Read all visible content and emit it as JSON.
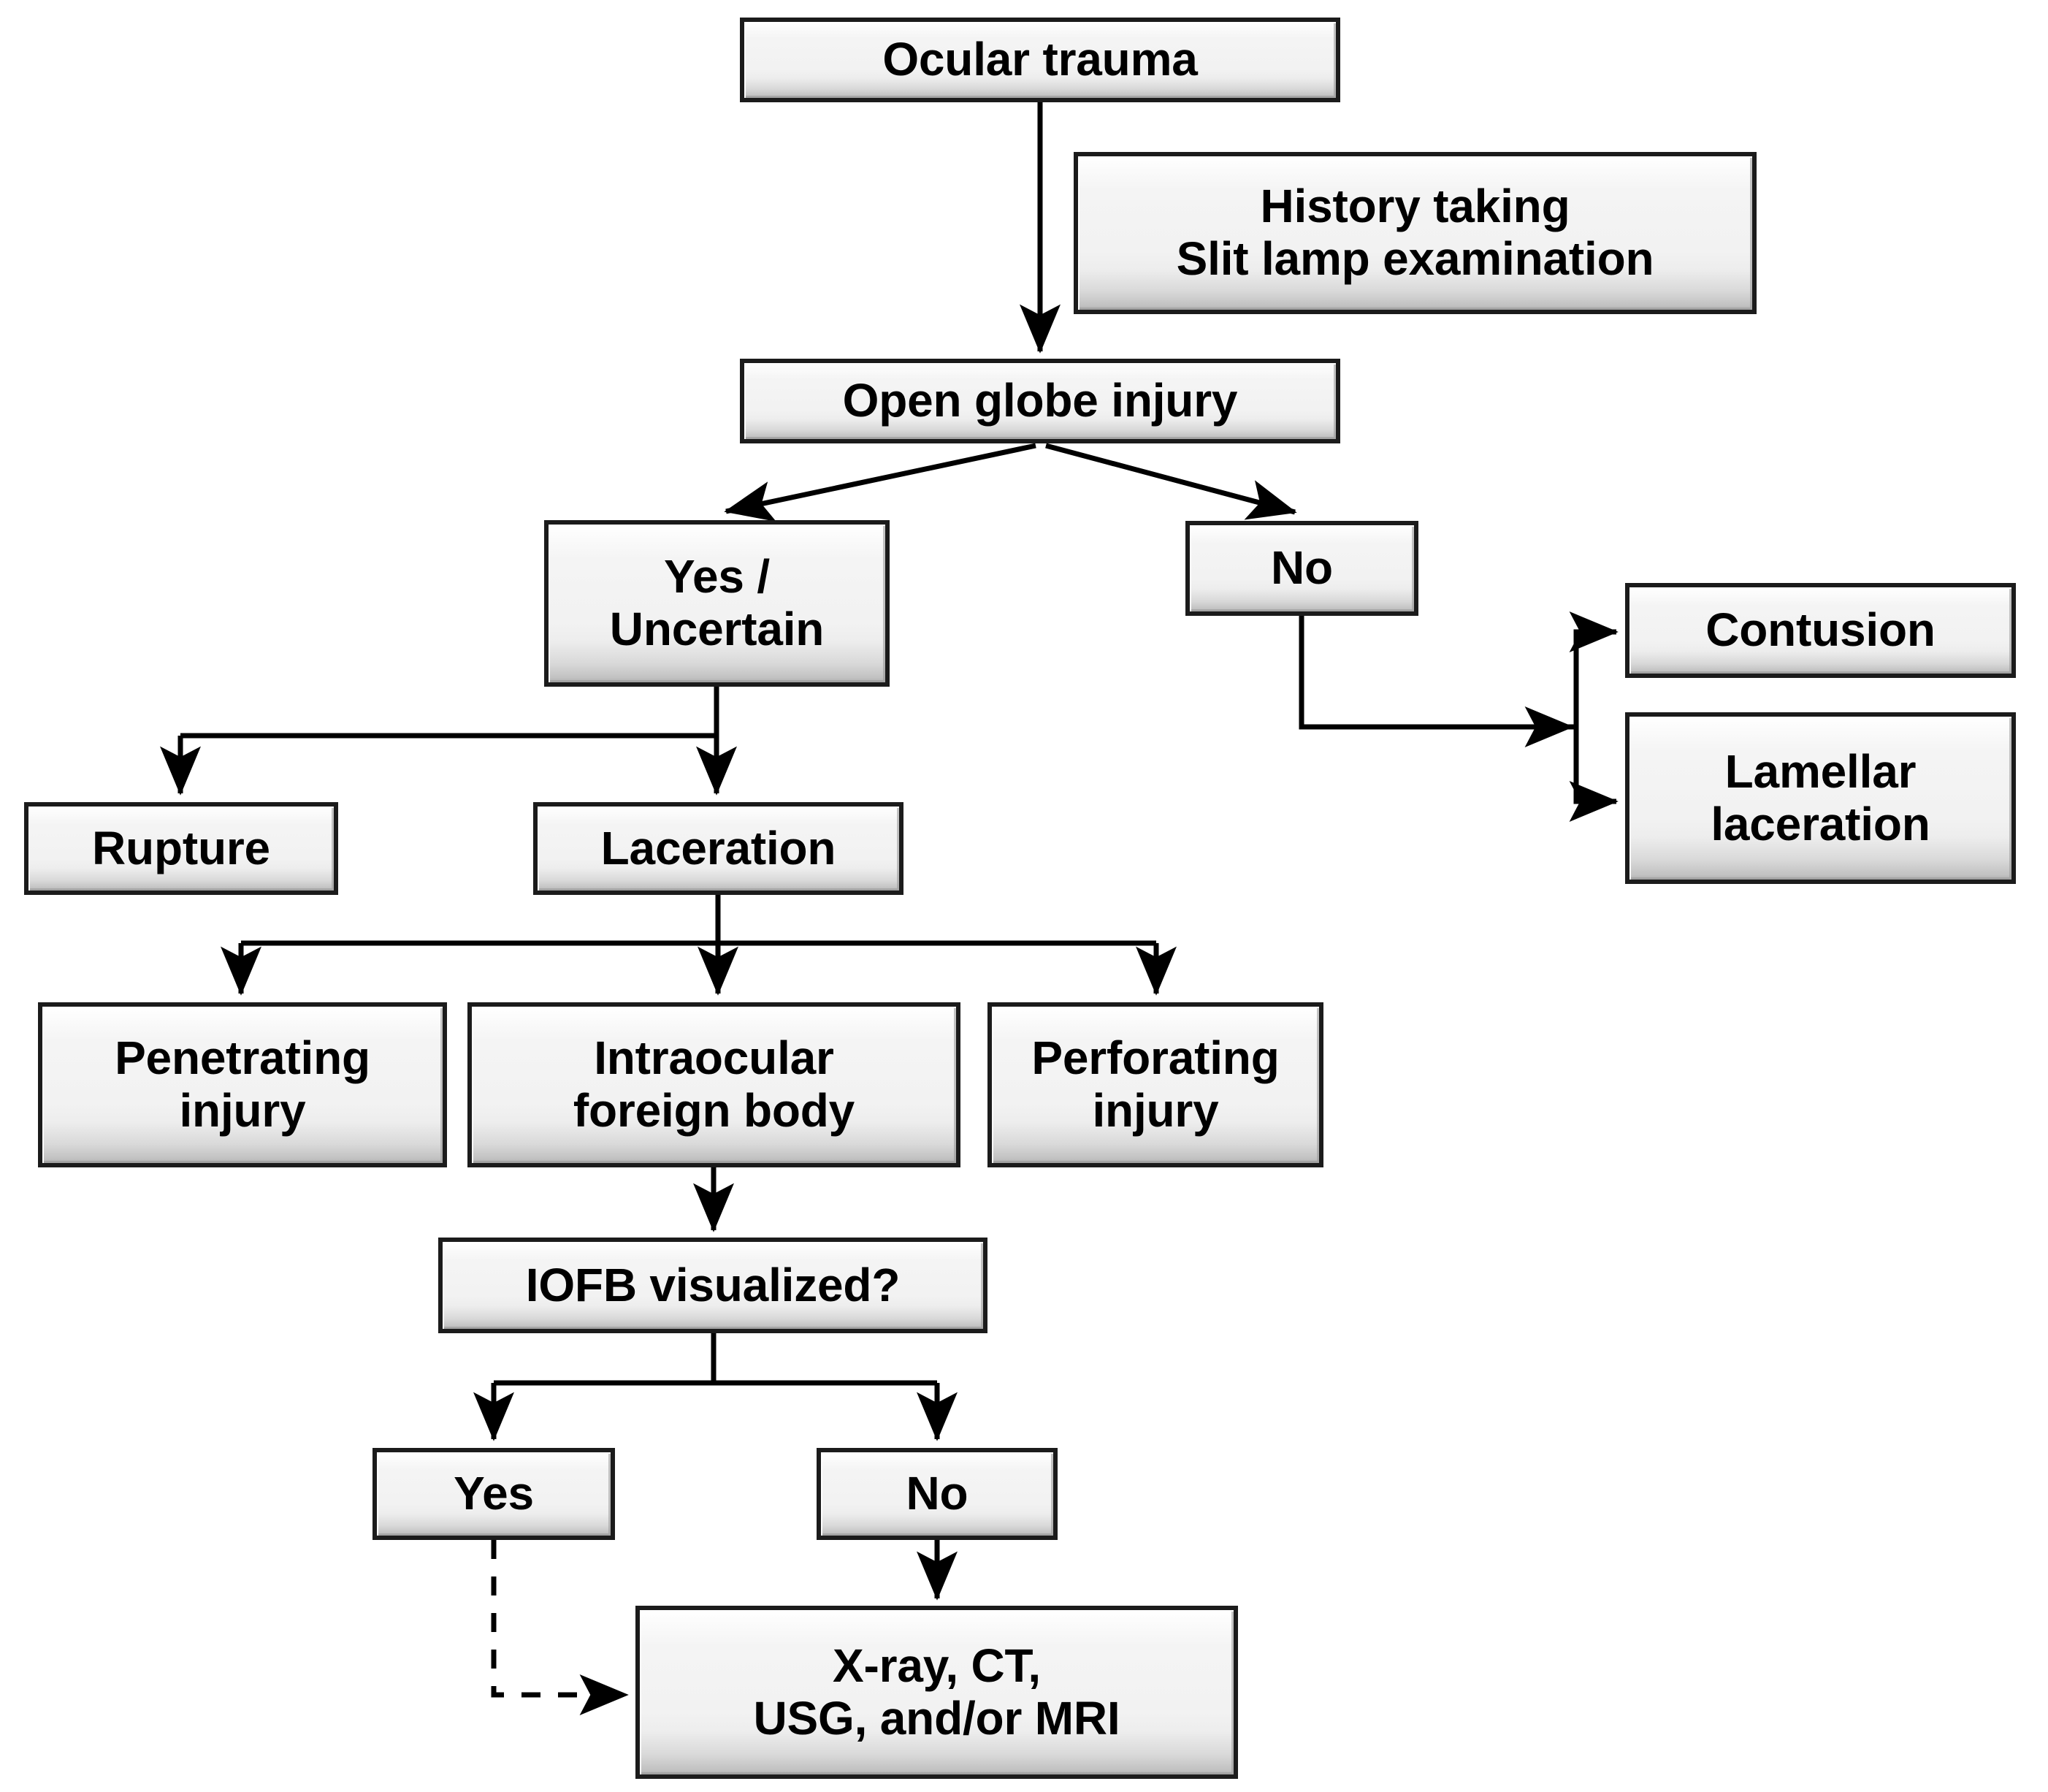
{
  "diagram": {
    "title": "Ocular trauma management flowchart",
    "background_color": "#ffffff",
    "box_fill_color": "#f2f2f2",
    "box_border_color": "#1b1b1b",
    "text_color": "#000000",
    "edge_color": "#000000"
  },
  "nodes": {
    "ocular_trauma": "Ocular trauma",
    "history_taking": "History taking\nSlit lamp examination",
    "open_globe_injury": "Open globe injury",
    "yes_uncertain": "Yes /\nUncertain",
    "no_open_globe": "No",
    "contusion": "Contusion",
    "lamellar_laceration": "Lamellar\nlaceration",
    "rupture": "Rupture",
    "laceration": "Laceration",
    "penetrating_injury": "Penetrating\ninjury",
    "intraocular_foreign_body": "Intraocular\nforeign body",
    "perforating_injury": "Perforating\ninjury",
    "iofb_visualized": "IOFB visualized?",
    "iofb_yes": "Yes",
    "iofb_no": "No",
    "imaging": "X-ray, CT,\nUSG, and/or MRI"
  },
  "edges": [
    {
      "from": "ocular_trauma",
      "to": "open_globe_injury",
      "style": "solid",
      "arrow": true
    },
    {
      "from": "open_globe_injury",
      "to": "yes_uncertain",
      "style": "solid",
      "arrow": true
    },
    {
      "from": "open_globe_injury",
      "to": "no_open_globe",
      "style": "solid",
      "arrow": true
    },
    {
      "from": "no_open_globe",
      "to": "contusion",
      "style": "solid",
      "arrow": true
    },
    {
      "from": "no_open_globe",
      "to": "lamellar_laceration",
      "style": "solid",
      "arrow": true
    },
    {
      "from": "yes_uncertain",
      "to": "rupture",
      "style": "solid",
      "arrow": true
    },
    {
      "from": "yes_uncertain",
      "to": "laceration",
      "style": "solid",
      "arrow": true
    },
    {
      "from": "laceration",
      "to": "penetrating_injury",
      "style": "solid",
      "arrow": true
    },
    {
      "from": "laceration",
      "to": "intraocular_foreign_body",
      "style": "solid",
      "arrow": true
    },
    {
      "from": "laceration",
      "to": "perforating_injury",
      "style": "solid",
      "arrow": true
    },
    {
      "from": "intraocular_foreign_body",
      "to": "iofb_visualized",
      "style": "solid",
      "arrow": true
    },
    {
      "from": "iofb_visualized",
      "to": "iofb_yes",
      "style": "solid",
      "arrow": true
    },
    {
      "from": "iofb_visualized",
      "to": "iofb_no",
      "style": "solid",
      "arrow": true
    },
    {
      "from": "iofb_yes",
      "to": "imaging",
      "style": "dashed",
      "arrow": true
    },
    {
      "from": "iofb_no",
      "to": "imaging",
      "style": "solid",
      "arrow": true
    }
  ]
}
